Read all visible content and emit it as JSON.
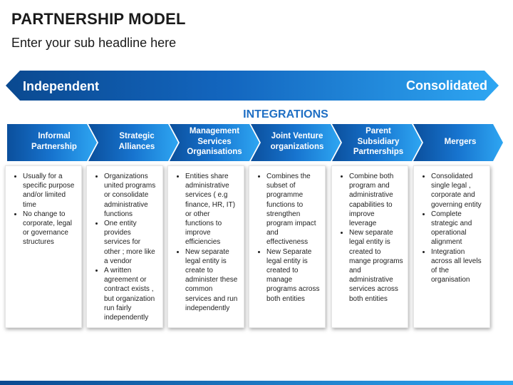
{
  "slide": {
    "title": "PARTNERSHIP MODEL",
    "subtitle": "Enter your sub headline here"
  },
  "range_arrow": {
    "left_label": "Independent",
    "right_label": "Consolidated"
  },
  "integrations_label": "INTEGRATIONS",
  "colors": {
    "dark_blue": "#0b4f9c",
    "mid_blue": "#1b7fd6",
    "light_blue": "#2ea3ef",
    "heading_blue": "#1f6fc4"
  },
  "columns": [
    {
      "heading": "Informal Partnership",
      "bullets": [
        "Usually for a specific purpose and/or limited time",
        "No change to corporate, legal or governance structures"
      ]
    },
    {
      "heading": "Strategic Alliances",
      "bullets": [
        "Organizations united programs or consolidate administrative functions",
        "One entity provides services for other ; more like a vendor",
        "A written agreement or contract exists , but organization run fairly independently"
      ]
    },
    {
      "heading": "Management Services Organisations",
      "bullets": [
        "Entities share administrative services ( e.g finance, HR, IT) or other functions to improve efficiencies",
        "New separate legal entity is create to administer these common services and run independently"
      ]
    },
    {
      "heading": "Joint Venture organizations",
      "bullets": [
        "Combines the subset of programme functions to strengthen program impact and effectiveness",
        "New Separate legal entity is created to manage programs across both entities"
      ]
    },
    {
      "heading": "Parent Subsidiary Partnerships",
      "bullets": [
        "Combine both program and administrative capabilities to improve leverage",
        "New separate legal entity is created to mange programs and administrative services across both entities"
      ]
    },
    {
      "heading": "Mergers",
      "bullets": [
        "Consolidated single legal , corporate and governing entity",
        "Complete strategic and operational alignment",
        "Integration across all levels of the organisation"
      ]
    }
  ]
}
